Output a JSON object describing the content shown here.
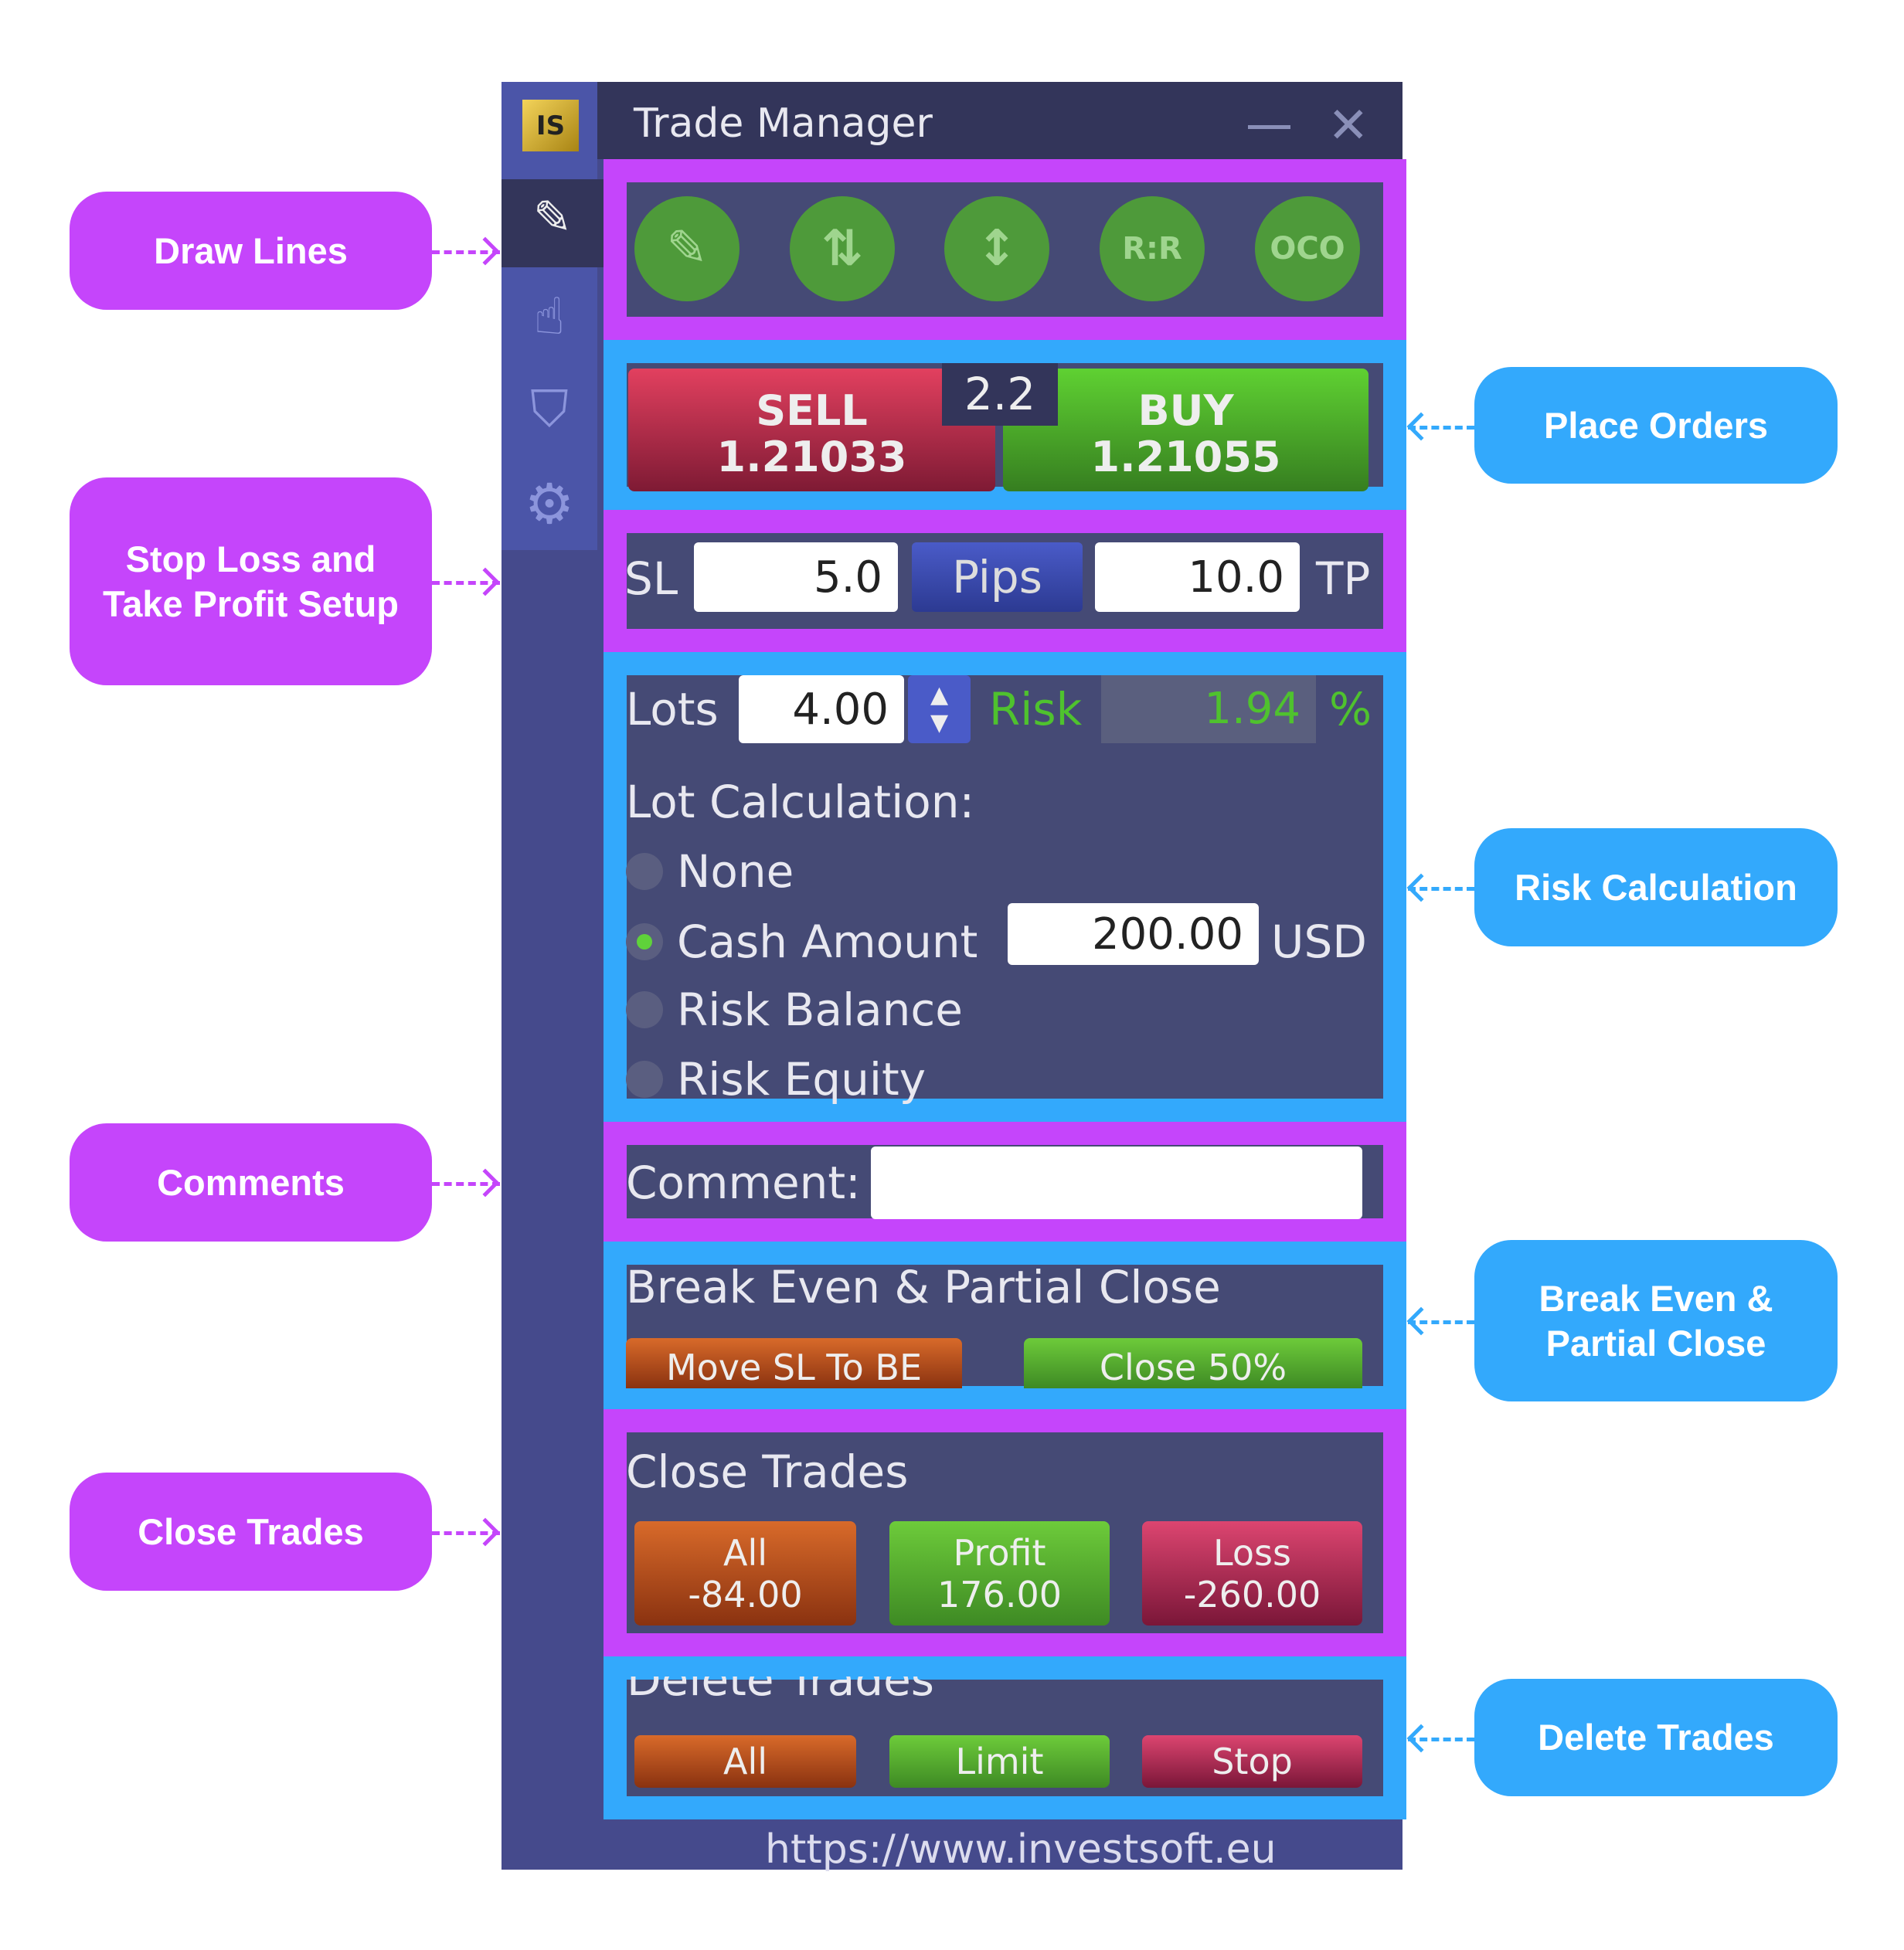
{
  "window": {
    "title": "Trade Manager",
    "logo": "IS",
    "minimize_icon": "minimize-icon",
    "close_icon": "close-icon"
  },
  "sidebar": {
    "items": [
      {
        "icon": "draw-lines-icon"
      },
      {
        "icon": "hand-pointer-icon"
      },
      {
        "icon": "shield-icon"
      },
      {
        "icon": "gear-icon"
      }
    ]
  },
  "tools": {
    "buttons": [
      {
        "icon": "pencil-icon"
      },
      {
        "icon": "trend-arrows-icon"
      },
      {
        "icon": "vertical-range-icon"
      },
      {
        "label": "R:R"
      },
      {
        "label": "OCO"
      }
    ]
  },
  "orders": {
    "sell_label": "SELL",
    "sell_price": "1.21033",
    "spread": "2.2",
    "buy_label": "BUY",
    "buy_price": "1.21055"
  },
  "sltp": {
    "sl_label": "SL",
    "sl_value": "5.0",
    "unit": "Pips",
    "tp_value": "10.0",
    "tp_label": "TP"
  },
  "risk": {
    "lots_label": "Lots",
    "lots_value": "4.00",
    "risk_label": "Risk",
    "risk_value": "1.94",
    "risk_unit": "%",
    "lot_calc_label": "Lot Calculation:",
    "options": [
      {
        "label": "None",
        "selected": false
      },
      {
        "label": "Cash Amount",
        "selected": true
      },
      {
        "label": "Risk Balance",
        "selected": false
      },
      {
        "label": "Risk Equity",
        "selected": false
      }
    ],
    "cash_value": "200.00",
    "cash_currency": "USD"
  },
  "comment": {
    "label": "Comment:",
    "value": ""
  },
  "break_even": {
    "title": "Break Even & Partial Close",
    "move_sl": "Move SL To BE",
    "close_half": "Close 50%"
  },
  "close_trades": {
    "title": "Close Trades",
    "all_label": "All",
    "all_value": "-84.00",
    "profit_label": "Profit",
    "profit_value": "176.00",
    "loss_label": "Loss",
    "loss_value": "-260.00"
  },
  "delete_trades": {
    "title": "Delete Trades",
    "all": "All",
    "limit": "Limit",
    "stop": "Stop"
  },
  "footer": {
    "url": "https://www.investsoft.eu"
  },
  "annotations": {
    "draw_lines": "Draw Lines",
    "sltp": "Stop Loss and Take Profit Setup",
    "comments": "Comments",
    "close_trades": "Close Trades",
    "place_orders": "Place Orders",
    "risk_calc": "Risk Calculation",
    "break_even": "Break Even & Partial Close",
    "delete_trades": "Delete Trades"
  },
  "colors": {
    "annotation_purple": "#C545FB",
    "annotation_blue": "#33A9FC",
    "panel": "#454A75",
    "sell": "#C8304F",
    "buy": "#4DB52E"
  }
}
